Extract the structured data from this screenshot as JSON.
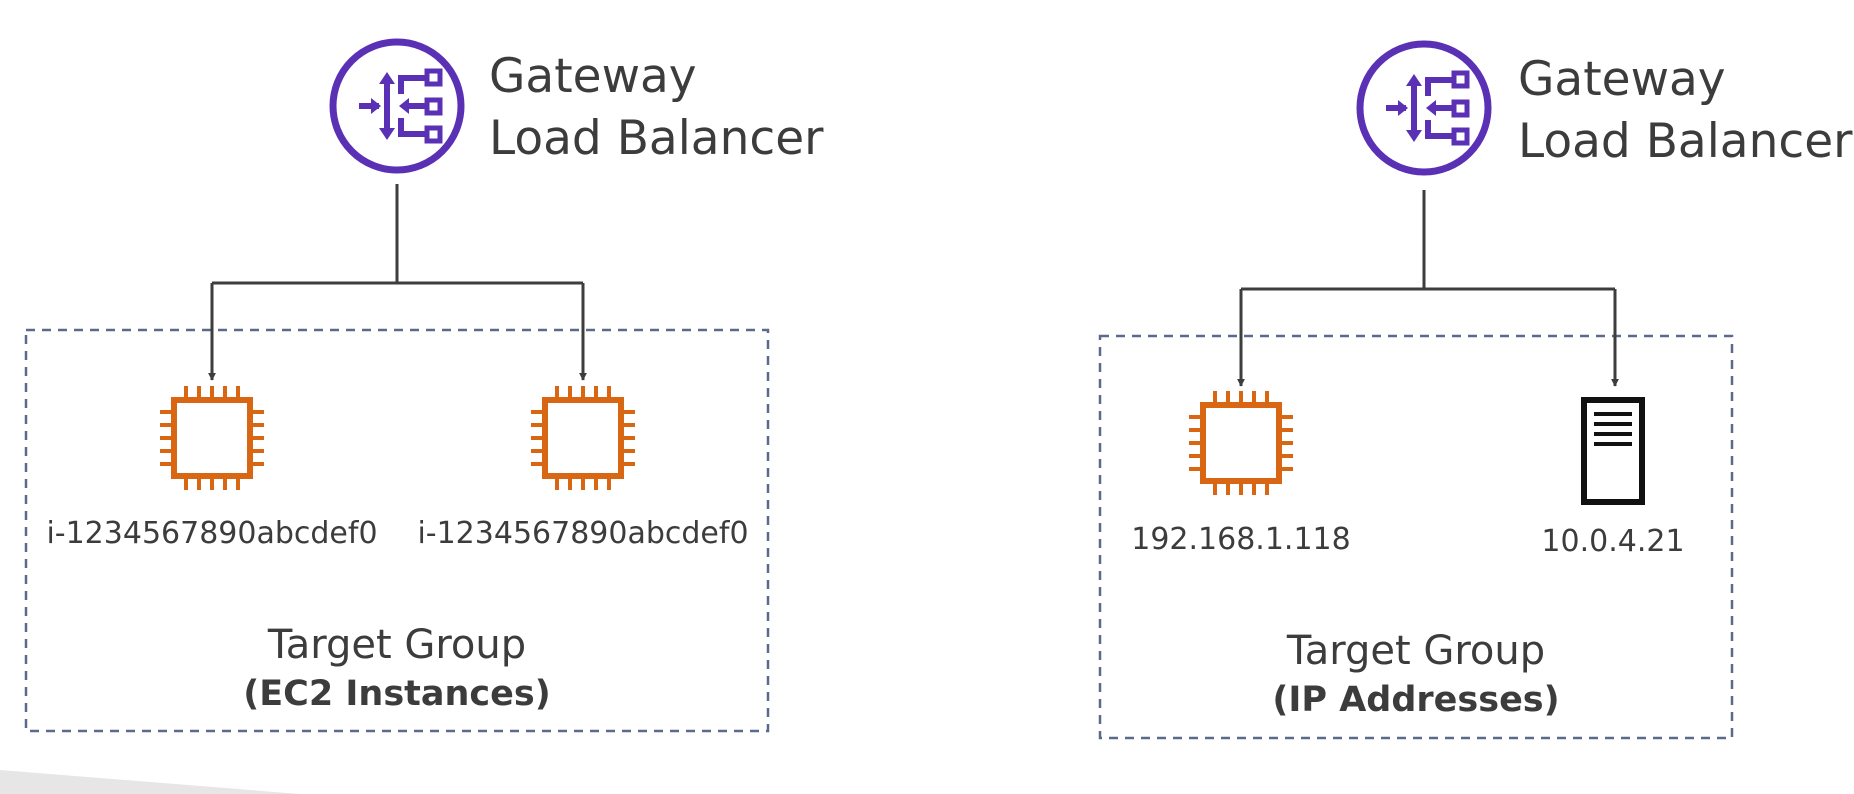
{
  "colors": {
    "load_balancer_purple": "#5a30b5",
    "ec2_orange": "#d86613",
    "connector_gray": "#3d3d3d",
    "group_border": "#5b6a8c",
    "text": "#3c3c3c"
  },
  "diagrams": [
    {
      "load_balancer": {
        "icon": "gateway-load-balancer-icon",
        "title_line1": "Gateway",
        "title_line2": "Load Balancer"
      },
      "targets": [
        {
          "icon": "ec2-instance-icon",
          "label": "i-1234567890abcdef0"
        },
        {
          "icon": "ec2-instance-icon",
          "label": "i-1234567890abcdef0"
        }
      ],
      "target_group": {
        "title": "Target Group",
        "subtitle": "(EC2 Instances)"
      }
    },
    {
      "load_balancer": {
        "icon": "gateway-load-balancer-icon",
        "title_line1": "Gateway",
        "title_line2": "Load Balancer"
      },
      "targets": [
        {
          "icon": "ec2-instance-icon",
          "label": "192.168.1.118"
        },
        {
          "icon": "server-icon",
          "label": "10.0.4.21"
        }
      ],
      "target_group": {
        "title": "Target Group",
        "subtitle": "(IP Addresses)"
      }
    }
  ]
}
